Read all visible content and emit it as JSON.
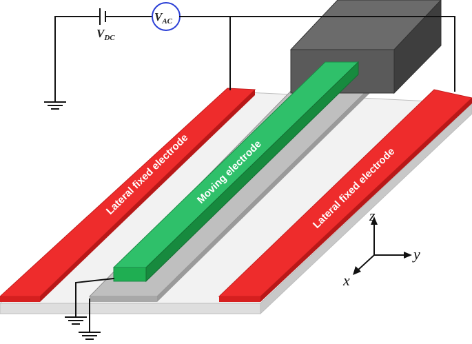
{
  "labels": {
    "left_electrode": "Lateral fixed electrode",
    "right_electrode": "Lateral fixed electrode",
    "moving_electrode": "Moving electrode",
    "vdc": "V",
    "vdc_sub": "DC",
    "vac": "V",
    "vac_sub": "AC",
    "axis_x": "x",
    "axis_y": "y",
    "axis_z": "z"
  },
  "colors": {
    "lateral_electrode": "#ee2c2c",
    "moving_electrode": "#22b05a",
    "anchor_block": "#4a4a4a",
    "substrate_top": "#f2f2f2",
    "substrate_side": "#c8c8c8",
    "support_strip": "#b8b8b8",
    "vac_circle": "#2b3fd6"
  }
}
